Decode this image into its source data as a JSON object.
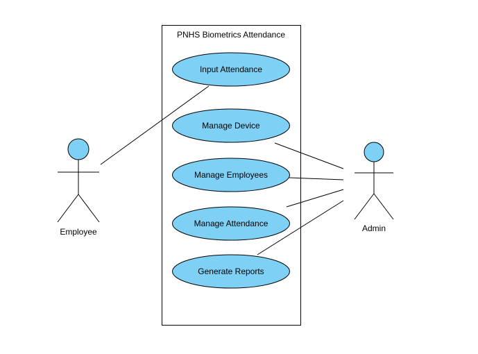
{
  "diagram": {
    "system_title": "PNHS Biometrics Attendance",
    "usecases": [
      {
        "label": "Input Attendance"
      },
      {
        "label": "Manage Device"
      },
      {
        "label": "Manage Employees"
      },
      {
        "label": "Manage Attendance"
      },
      {
        "label": "Generate Reports"
      }
    ],
    "actors": {
      "employee": {
        "label": "Employee"
      },
      "admin": {
        "label": "Admin"
      }
    }
  },
  "colors": {
    "usecase_fill": "#7fd0f5",
    "actor_fill": "#7fd0f5",
    "stroke": "#000000",
    "background": "#ffffff"
  }
}
